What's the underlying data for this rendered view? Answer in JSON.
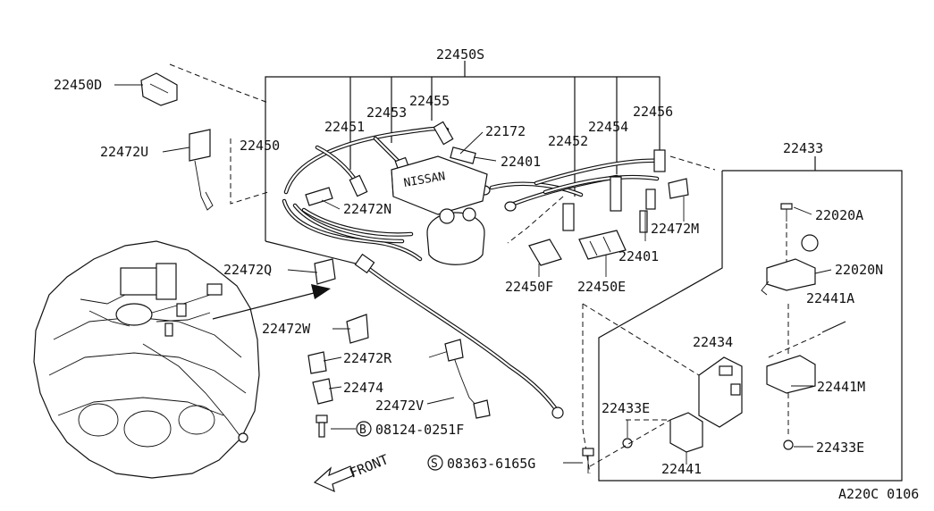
{
  "labels": {
    "22450S": "22450S",
    "22450D": "22450D",
    "22455": "22455",
    "22453": "22453",
    "22451": "22451",
    "22172": "22172",
    "22452": "22452",
    "22454": "22454",
    "22456": "22456",
    "22472U": "22472U",
    "22450": "22450",
    "22401a": "22401",
    "22472N": "22472N",
    "22472M": "22472M",
    "22401b": "22401",
    "22433": "22433",
    "22020A": "22020A",
    "22020N": "22020N",
    "22441A": "22441A",
    "22472Q": "22472Q",
    "22450F": "22450F",
    "22450E": "22450E",
    "22472W": "22472W",
    "22434": "22434",
    "22472R": "22472R",
    "22441M": "22441M",
    "22474": "22474",
    "22472V": "22472V",
    "22433E_a": "22433E",
    "bolt_b": "08124-0251F",
    "22433E_b": "22433E",
    "screw_s": "08363-6165G",
    "22441": "22441",
    "front": "FRONT",
    "code": "A220C 0106"
  },
  "symbols": {
    "b": "B",
    "s": "S"
  }
}
